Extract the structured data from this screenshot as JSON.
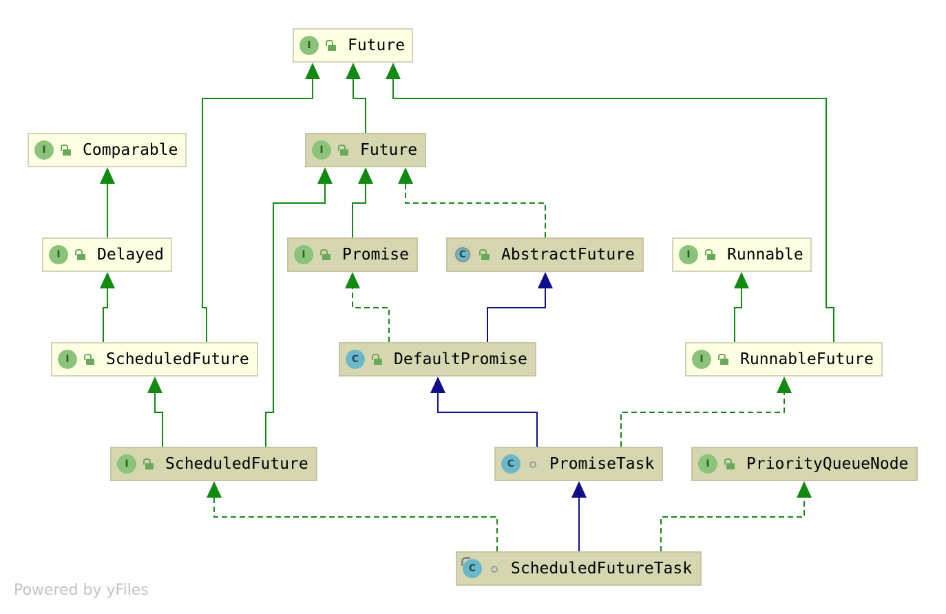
{
  "colors": {
    "inherit_interface": "#118a11",
    "inherit_class": "#0f0f8c",
    "node_external_bg": "#ffffe3",
    "node_internal_bg": "#d6d6b0"
  },
  "nodes": {
    "future_jdk": {
      "label": "Future",
      "kind": "interface",
      "visibility": "public"
    },
    "comparable": {
      "label": "Comparable",
      "kind": "interface",
      "visibility": "public"
    },
    "future_netty": {
      "label": "Future",
      "kind": "interface",
      "visibility": "public"
    },
    "delayed": {
      "label": "Delayed",
      "kind": "interface",
      "visibility": "public"
    },
    "promise": {
      "label": "Promise",
      "kind": "interface",
      "visibility": "public"
    },
    "abstract_future": {
      "label": "AbstractFuture",
      "kind": "abstract-class",
      "visibility": "public"
    },
    "runnable": {
      "label": "Runnable",
      "kind": "interface",
      "visibility": "public"
    },
    "scheduled_future_jdk": {
      "label": "ScheduledFuture",
      "kind": "interface",
      "visibility": "public"
    },
    "default_promise": {
      "label": "DefaultPromise",
      "kind": "class",
      "visibility": "public"
    },
    "runnable_future": {
      "label": "RunnableFuture",
      "kind": "interface",
      "visibility": "public"
    },
    "scheduled_future_netty": {
      "label": "ScheduledFuture",
      "kind": "interface",
      "visibility": "public"
    },
    "promise_task": {
      "label": "PromiseTask",
      "kind": "class",
      "visibility": "package"
    },
    "priority_queue_node": {
      "label": "PriorityQueueNode",
      "kind": "interface",
      "visibility": "public"
    },
    "scheduled_future_task": {
      "label": "ScheduledFutureTask",
      "kind": "final-class",
      "visibility": "package"
    }
  },
  "edges": [
    {
      "from": "future_netty",
      "to": "future_jdk",
      "type": "extends-interface"
    },
    {
      "from": "scheduled_future_jdk",
      "to": "future_jdk",
      "type": "extends-interface"
    },
    {
      "from": "runnable_future",
      "to": "future_jdk",
      "type": "extends-interface"
    },
    {
      "from": "delayed",
      "to": "comparable",
      "type": "extends-interface"
    },
    {
      "from": "scheduled_future_jdk",
      "to": "delayed",
      "type": "extends-interface"
    },
    {
      "from": "promise",
      "to": "future_netty",
      "type": "extends-interface"
    },
    {
      "from": "scheduled_future_netty",
      "to": "future_netty",
      "type": "extends-interface"
    },
    {
      "from": "abstract_future",
      "to": "future_netty",
      "type": "implements"
    },
    {
      "from": "default_promise",
      "to": "promise",
      "type": "implements"
    },
    {
      "from": "default_promise",
      "to": "abstract_future",
      "type": "extends-class"
    },
    {
      "from": "runnable_future",
      "to": "runnable",
      "type": "extends-interface"
    },
    {
      "from": "scheduled_future_netty",
      "to": "scheduled_future_jdk",
      "type": "extends-interface"
    },
    {
      "from": "promise_task",
      "to": "default_promise",
      "type": "extends-class"
    },
    {
      "from": "promise_task",
      "to": "runnable_future",
      "type": "implements"
    },
    {
      "from": "scheduled_future_task",
      "to": "scheduled_future_netty",
      "type": "implements"
    },
    {
      "from": "scheduled_future_task",
      "to": "promise_task",
      "type": "extends-class"
    },
    {
      "from": "scheduled_future_task",
      "to": "priority_queue_node",
      "type": "implements"
    }
  ],
  "footer": "Powered by yFiles"
}
